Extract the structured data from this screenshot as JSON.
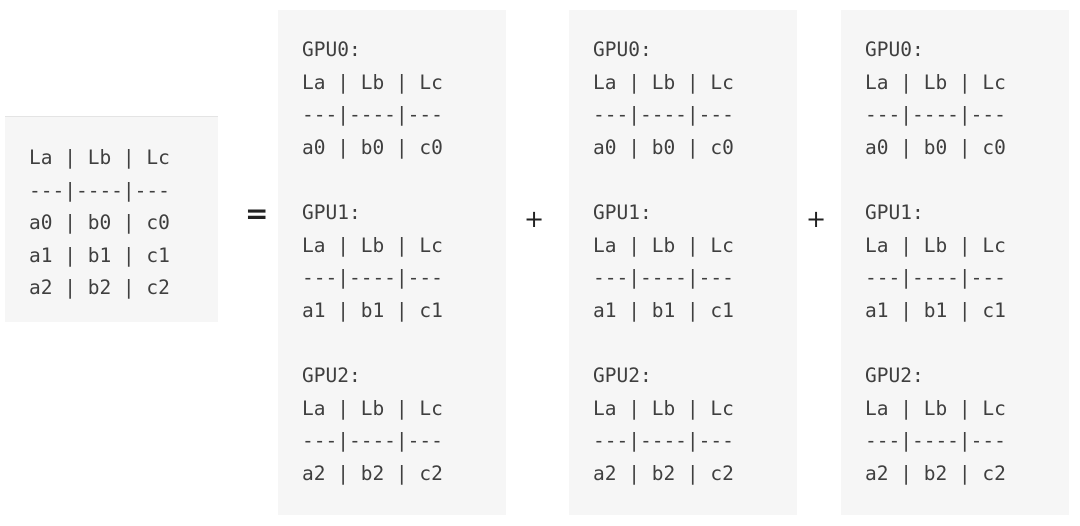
{
  "full_table": {
    "text": "La | Lb | Lc\n---|----|---\na0 | b0 | c0\na1 | b1 | c1\na2 | b2 | c2"
  },
  "operators": {
    "equals": "=",
    "plus_1": "+",
    "plus_2": "+"
  },
  "shards": [
    {
      "text": "GPU0:\nLa | Lb | Lc\n---|----|---\na0 | b0 | c0\n\nGPU1:\nLa | Lb | Lc\n---|----|---\na1 | b1 | c1\n\nGPU2:\nLa | Lb | Lc\n---|----|---\na2 | b2 | c2"
    },
    {
      "text": "GPU0:\nLa | Lb | Lc\n---|----|---\na0 | b0 | c0\n\nGPU1:\nLa | Lb | Lc\n---|----|---\na1 | b1 | c1\n\nGPU2:\nLa | Lb | Lc\n---|----|---\na2 | b2 | c2"
    },
    {
      "text": "GPU0:\nLa | Lb | Lc\n---|----|---\na0 | b0 | c0\n\nGPU1:\nLa | Lb | Lc\n---|----|---\na1 | b1 | c1\n\nGPU2:\nLa | Lb | Lc\n---|----|---\na2 | b2 | c2"
    }
  ]
}
